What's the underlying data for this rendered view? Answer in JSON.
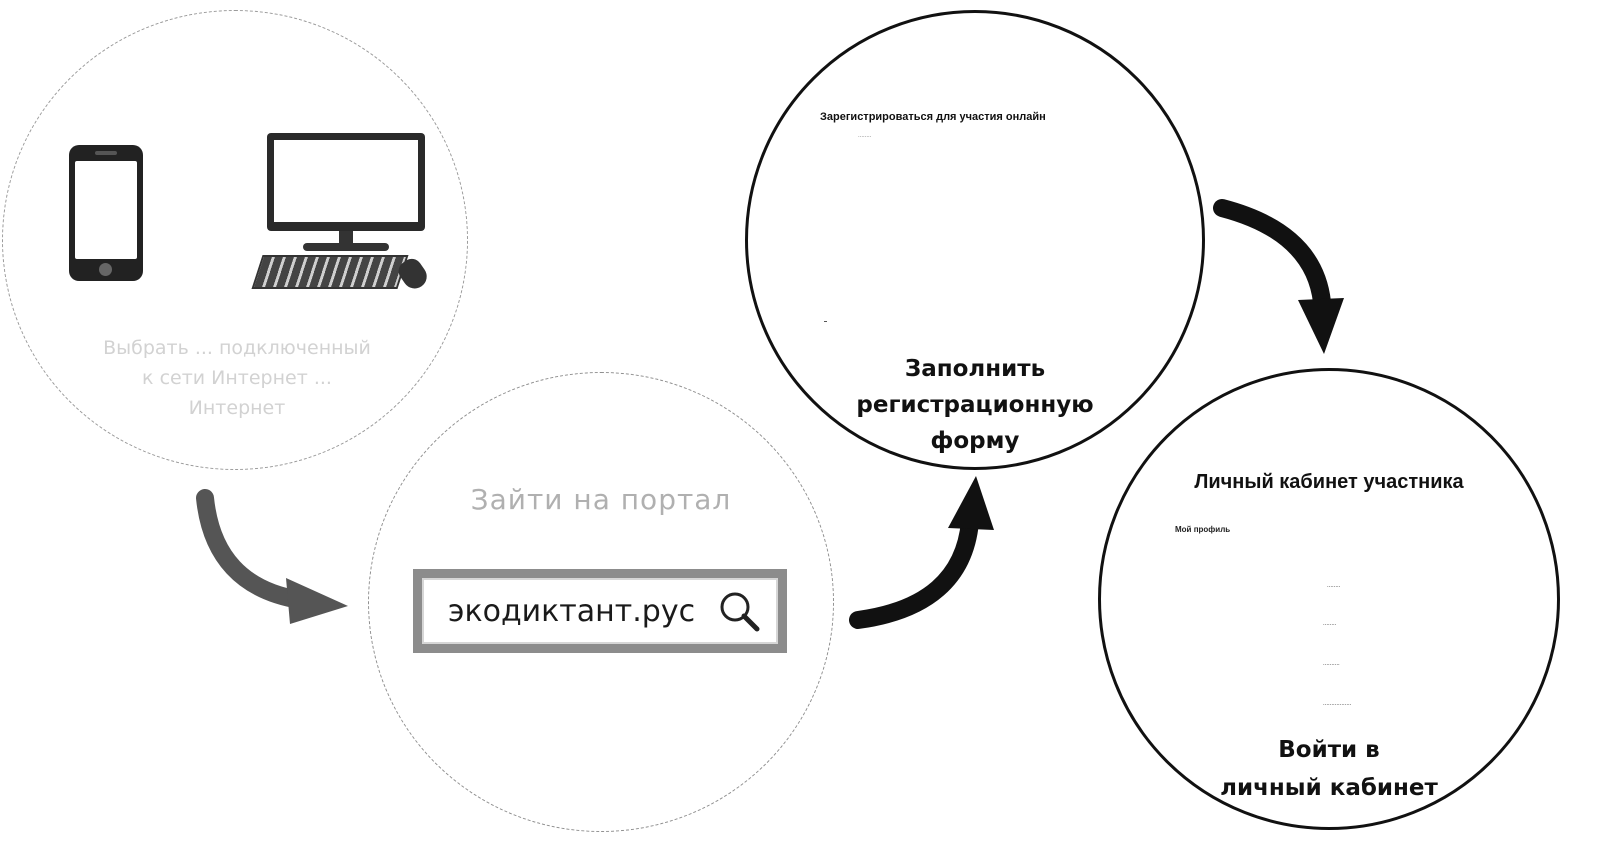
{
  "steps": [
    {
      "id": "device",
      "icons": [
        "smartphone-icon",
        "desktop-computer-icon"
      ],
      "caption_lines": [
        "Выбрать ... подключенный",
        "к сети Интернет ...",
        "Интернет"
      ]
    },
    {
      "id": "portal",
      "title": "Зайти на портал",
      "search_value": "экодиктант.рус",
      "icon": "search-icon"
    },
    {
      "id": "form",
      "screenshot_heading": "Зарегистрироваться для участия онлайн",
      "screenshot_sub": "........",
      "caption_lines": [
        "Заполнить",
        "регистрационную",
        "форму"
      ]
    },
    {
      "id": "cabinet",
      "screenshot_heading": "Личный кабинет участника",
      "screenshot_sub": "Мой профиль",
      "screenshot_items": [
        "........",
        "........",
        "..........",
        "................."
      ],
      "caption_lines": [
        "Войти в",
        "личный кабинет"
      ]
    }
  ],
  "colors": {
    "arrow_dark": "#111111",
    "arrow_gray": "#555555",
    "faded_text": "#d2d2d2"
  }
}
